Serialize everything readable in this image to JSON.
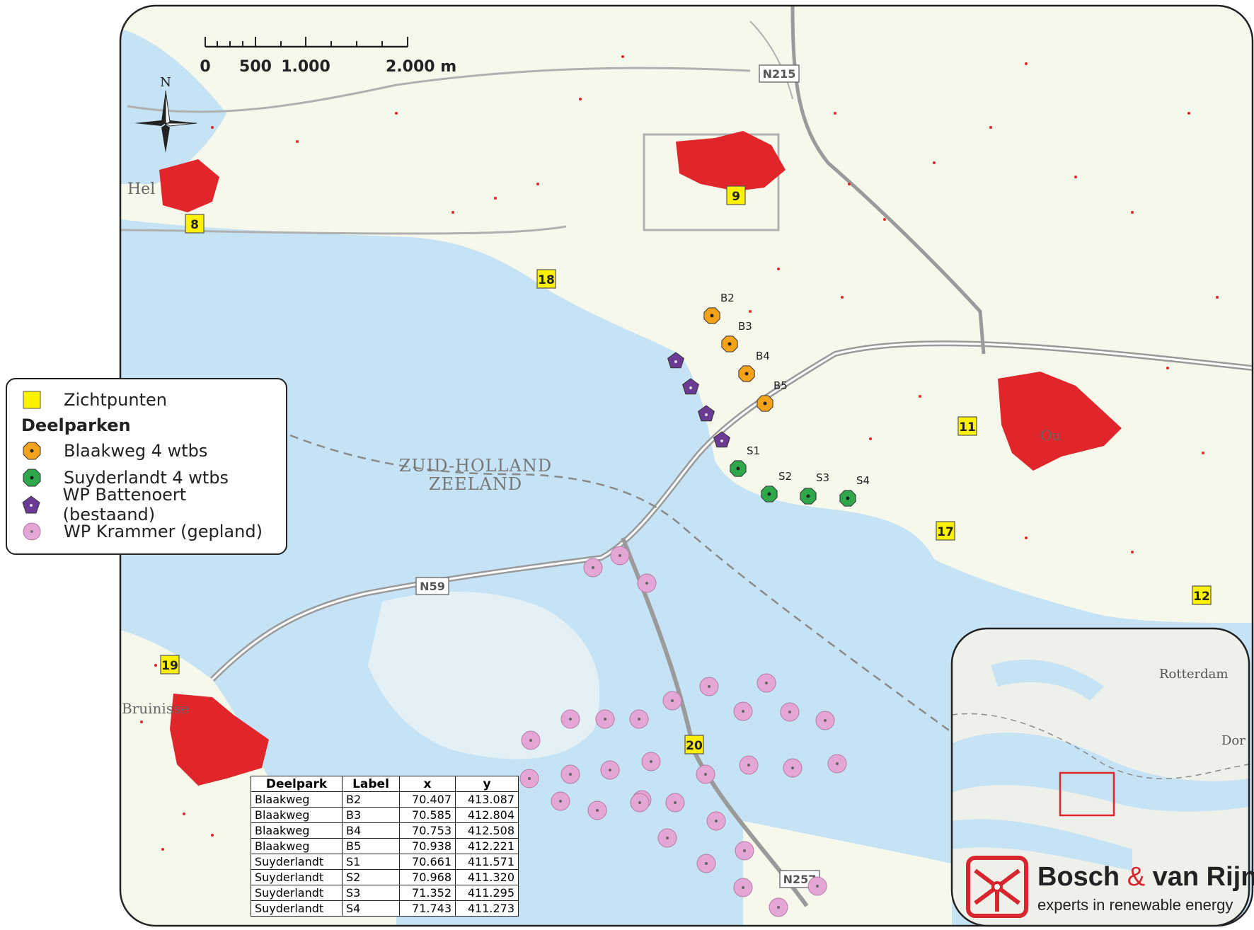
{
  "scale_bar": {
    "labels": [
      "0",
      "500",
      "1.000",
      "2.000 m"
    ]
  },
  "north_label": "N",
  "road_labels": [
    "N215",
    "N59",
    "N257"
  ],
  "place_labels": [
    "Hel",
    "Bruinisse",
    "Ou"
  ],
  "province_labels": [
    "ZUID-HOLLAND",
    "ZEELAND"
  ],
  "viewpoints": [
    {
      "label": "8"
    },
    {
      "label": "9"
    },
    {
      "label": "18"
    },
    {
      "label": "11"
    },
    {
      "label": "17"
    },
    {
      "label": "12"
    },
    {
      "label": "19"
    },
    {
      "label": "20"
    }
  ],
  "turbine_labels": {
    "blaakweg": [
      "B2",
      "B3",
      "B4",
      "B5"
    ],
    "suyderlandt": [
      "S1",
      "S2",
      "S3",
      "S4"
    ]
  },
  "legend": {
    "viewpoints_label": "Zichtpunten",
    "heading": "Deelparken",
    "items": [
      {
        "label": "Blaakweg 4 wtbs",
        "color": "#f5a21b",
        "shape": "octagon"
      },
      {
        "label": "Suyderlandt 4 wtbs",
        "color": "#2ea84a",
        "shape": "octagon"
      },
      {
        "label": "WP Battenoert (bestaand)",
        "color": "#6b3a93",
        "shape": "pentagon"
      },
      {
        "label": "WP Krammer (gepland)",
        "color": "#e4a6d4",
        "shape": "circle"
      }
    ]
  },
  "table": {
    "headers": [
      "Deelpark",
      "Label",
      "x",
      "y"
    ],
    "rows": [
      [
        "Blaakweg",
        "B2",
        "70.407",
        "413.087"
      ],
      [
        "Blaakweg",
        "B3",
        "70.585",
        "412.804"
      ],
      [
        "Blaakweg",
        "B4",
        "70.753",
        "412.508"
      ],
      [
        "Blaakweg",
        "B5",
        "70.938",
        "412.221"
      ],
      [
        "Suyderlandt",
        "S1",
        "70.661",
        "411.571"
      ],
      [
        "Suyderlandt",
        "S2",
        "70.968",
        "411.320"
      ],
      [
        "Suyderlandt",
        "S3",
        "71.352",
        "411.295"
      ],
      [
        "Suyderlandt",
        "S4",
        "71.743",
        "411.273"
      ]
    ]
  },
  "inset": {
    "labels": [
      "Rotterdam",
      "Dor"
    ]
  },
  "logo": {
    "name_part1": "Bosch",
    "name_amp": "&",
    "name_part2": "van Rijn",
    "tagline": "experts in renewable energy"
  },
  "colors": {
    "water": "#c5e3f5",
    "land": "#f7f8ec",
    "settlement": "#e0262b",
    "viewpoint": "#fff200"
  }
}
